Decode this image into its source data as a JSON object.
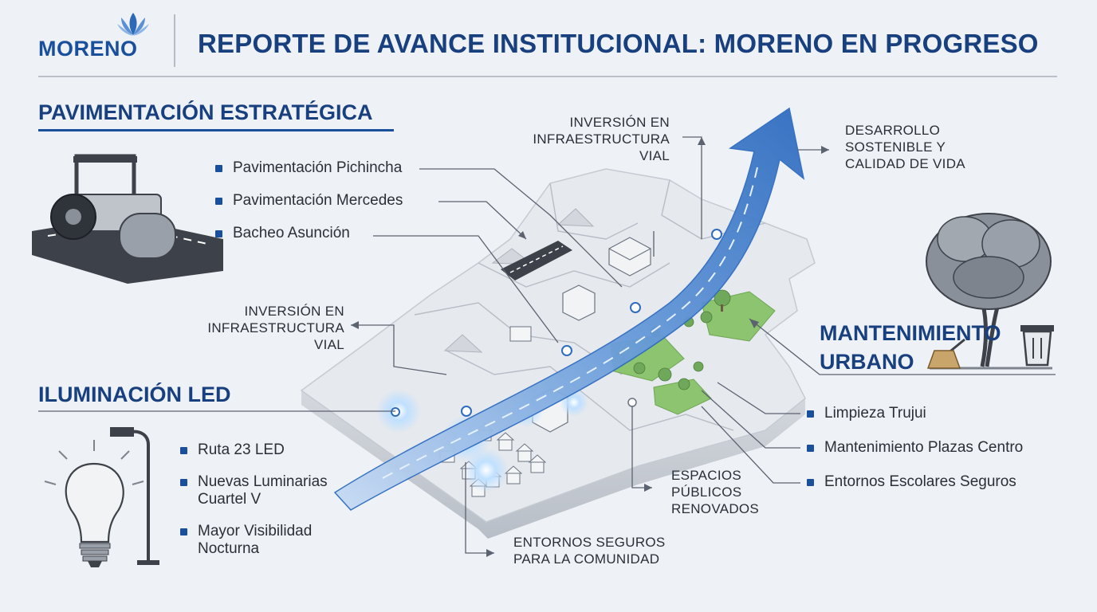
{
  "header": {
    "logo_text": "MORENO",
    "title": "REPORTE DE AVANCE INSTITUCIONAL: MORENO EN PROGRESO"
  },
  "sections": {
    "paving": {
      "title": "PAVIMENTACIÓN ESTRATÉGICA",
      "items": [
        "Pavimentación Pichincha",
        "Pavimentación Mercedes",
        "Bacheo Asunción"
      ]
    },
    "lighting": {
      "title": "ILUMINACIÓN LED",
      "items": [
        "Ruta 23 LED",
        "Nuevas Luminarias\nCuartel V",
        "Mayor Visibilidad\nNocturna"
      ]
    },
    "maintenance": {
      "title": "MANTENIMIENTO\nURBANO",
      "items": [
        "Limpieza Trujui",
        "Mantenimiento Plazas Centro",
        "Entornos Escolares Seguros"
      ]
    }
  },
  "callouts": {
    "road_investment_top": "INVERSIÓN EN\nINFRAESTRUCTURA\nVIAL",
    "road_investment_left": "INVERSIÓN EN\nINFRAESTRUCTURA\nVIAL",
    "sustainable": "DESARROLLO\nSOSTENIBLE Y\nCALIDAD DE VIDA",
    "public_spaces": "ESPACIOS\nPÚBLICOS\nRENOVADOS",
    "safe_env": "ENTORNOS SEGUROS\nPARA LA COMUNIDAD"
  },
  "colors": {
    "brand_blue": "#1a4f9c",
    "title_blue": "#18407e",
    "arrow_blue": "#4f86cf",
    "park_green": "#7dba66",
    "background": "#eef1f5"
  }
}
